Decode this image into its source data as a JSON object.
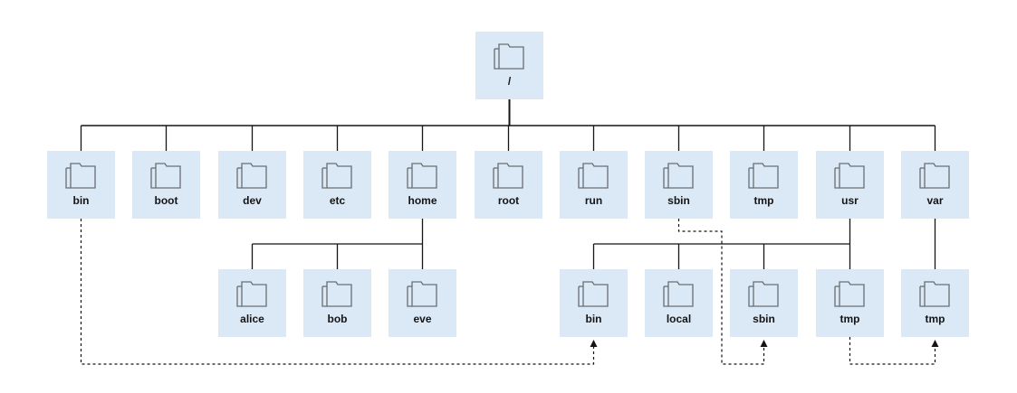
{
  "diagram": {
    "root": {
      "label": "/"
    },
    "top_level": [
      "bin",
      "boot",
      "dev",
      "etc",
      "home",
      "root",
      "run",
      "sbin",
      "tmp",
      "usr",
      "var"
    ],
    "home_children": [
      "alice",
      "bob",
      "eve"
    ],
    "usr_children": [
      "bin",
      "local",
      "sbin",
      "tmp"
    ],
    "var_children": [
      "tmp"
    ],
    "symlinks": [
      {
        "from": "bin",
        "to": "usr/bin"
      },
      {
        "from": "sbin",
        "to": "usr/sbin"
      },
      {
        "from": "usr/tmp",
        "to": "var/tmp"
      }
    ],
    "colors": {
      "node_fill": "#dbe8f6",
      "line": "#151515",
      "text": "#151515"
    },
    "icon": "folder-icon"
  }
}
